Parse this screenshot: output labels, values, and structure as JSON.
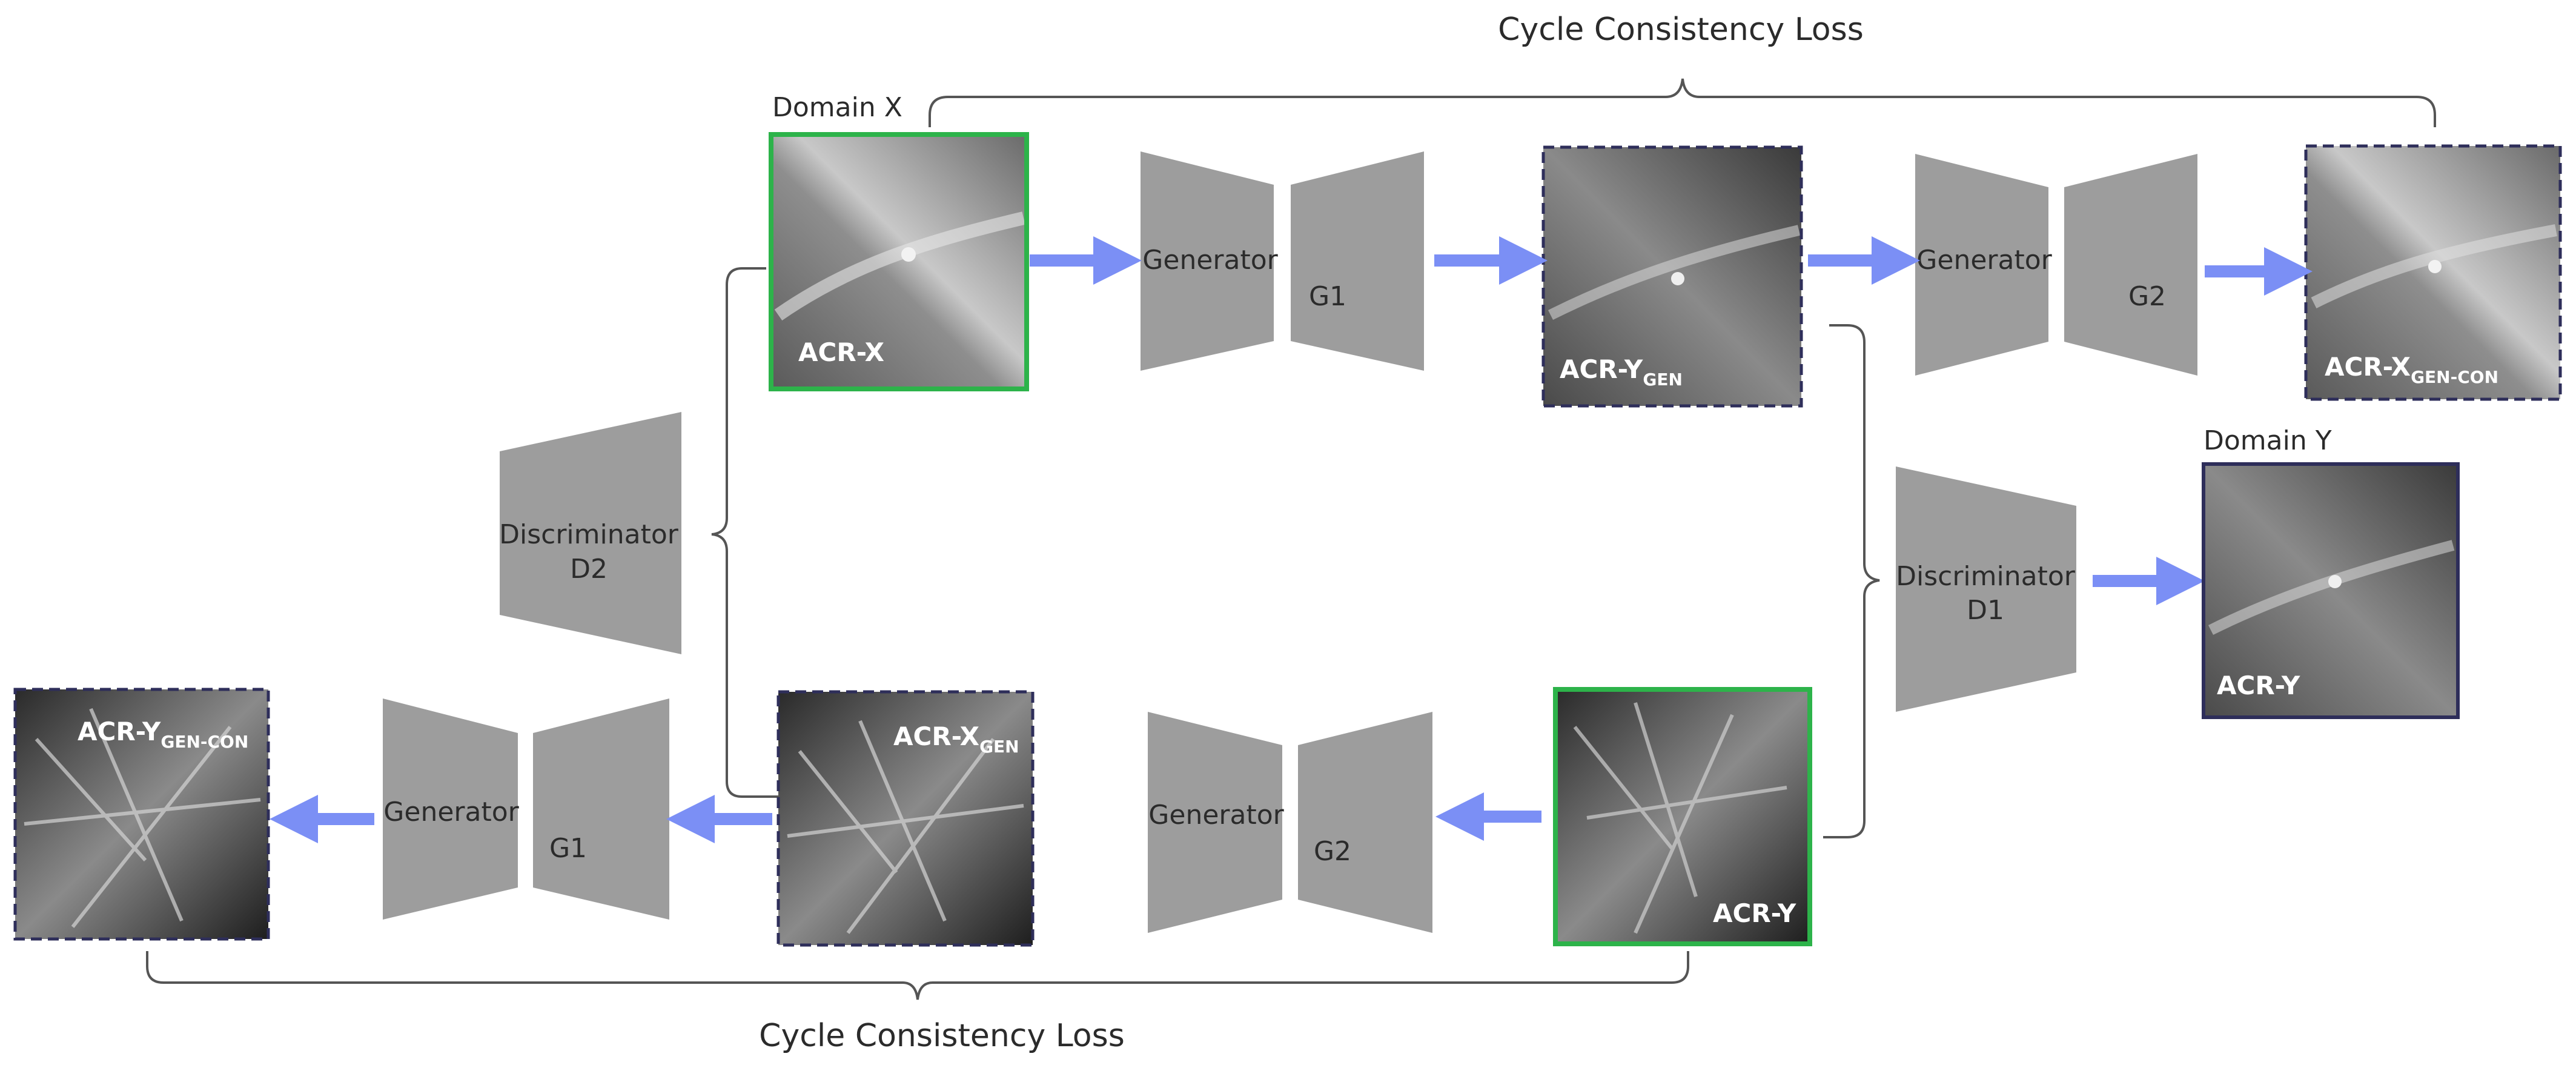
{
  "labels": {
    "cycle_loss_top": "Cycle Consistency Loss",
    "cycle_loss_bottom": "Cycle Consistency Loss",
    "domain_x": "Domain X",
    "domain_y": "Domain Y"
  },
  "blocks": {
    "gen_top_1": {
      "left": "Generator",
      "right": "G1"
    },
    "gen_top_2": {
      "left": "Generator",
      "right": "G2"
    },
    "gen_bot_1": {
      "left": "Generator",
      "right": "G2"
    },
    "gen_bot_2": {
      "left": "Generator",
      "right": "G1"
    },
    "disc_1": {
      "line1": "Discriminator",
      "line2": "D1"
    },
    "disc_2": {
      "line1": "Discriminator",
      "line2": "D2"
    }
  },
  "images": {
    "acr_x": {
      "main": "ACR-X",
      "sub": ""
    },
    "acr_y_gen": {
      "main": "ACR-Y",
      "sub": "GEN"
    },
    "acr_x_gen_con": {
      "main": "ACR-X",
      "sub": "GEN-CON"
    },
    "acr_y_domain": {
      "main": "ACR-Y",
      "sub": ""
    },
    "acr_y_real": {
      "main": "ACR-Y",
      "sub": ""
    },
    "acr_x_gen": {
      "main": "ACR-X",
      "sub": "GEN"
    },
    "acr_y_gen_con": {
      "main": "ACR-Y",
      "sub": "GEN-CON"
    }
  },
  "colors": {
    "arrow": "#7b8ff5",
    "block": "#9d9d9d",
    "real_border": "#2db34a",
    "gen_border": "#2e2e5a",
    "line": "#555555"
  }
}
